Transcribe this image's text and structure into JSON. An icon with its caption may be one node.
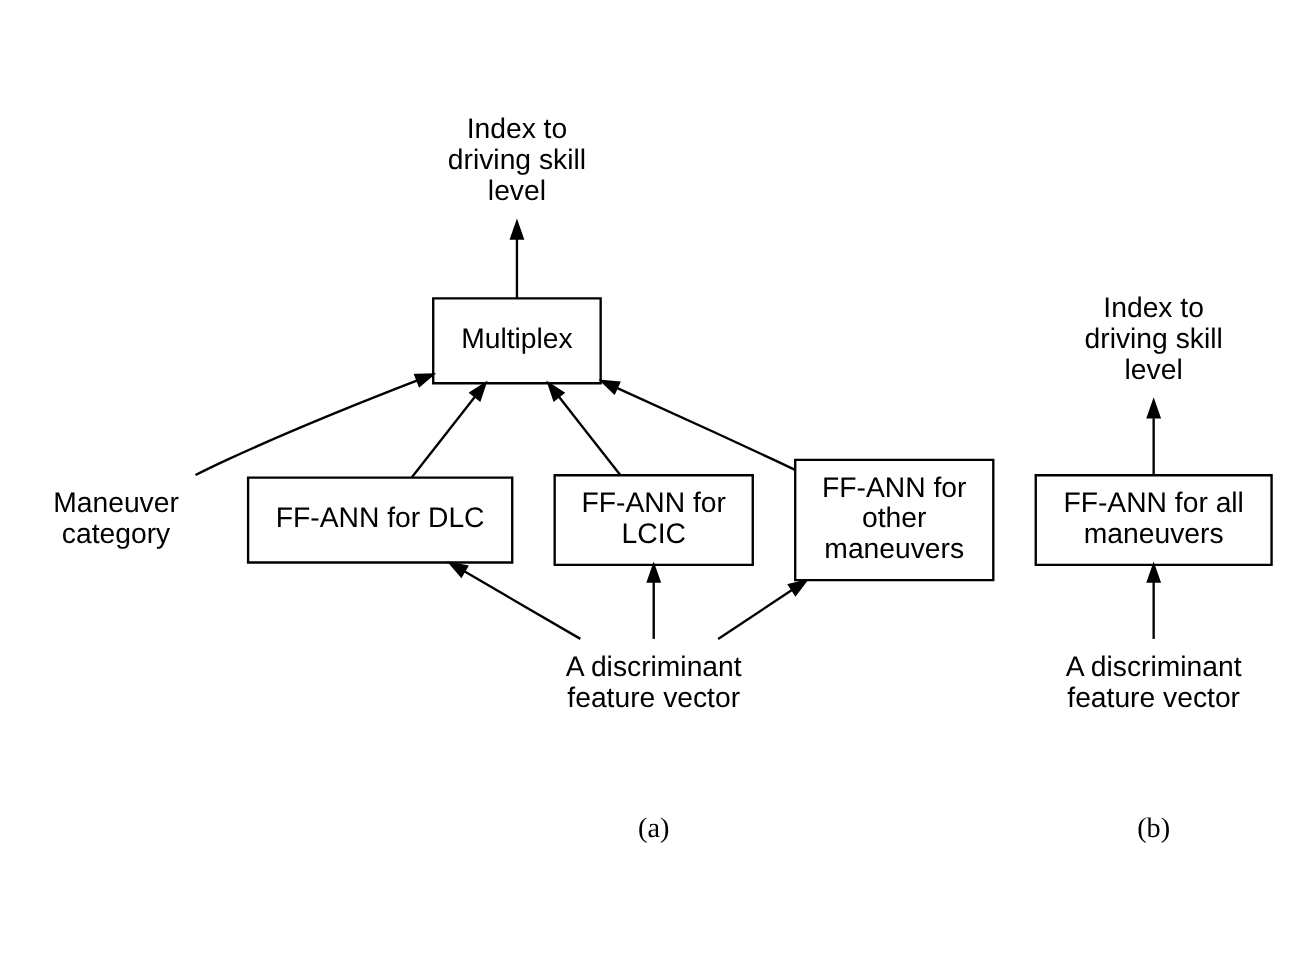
{
  "diagram": {
    "nodes": [
      {
        "text": [
          "Index to driving skill level"
        ]
      },
      {
        "text": [
          "Maneuver category"
        ]
      },
      {
        "text": [
          "Multiplex"
        ]
      },
      {
        "text": [
          "FF-ANN for DLC"
        ]
      },
      {
        "text": [
          "FF-ANN for LCIC"
        ]
      },
      {
        "text": [
          "FF-ANN for other maneuvers"
        ]
      },
      {
        "text": [
          "A discriminant feature vector"
        ]
      },
      {
        "text": [
          "Index to driving skill level"
        ]
      },
      {
        "text": [
          "FF-ANN for all maneuvers"
        ]
      },
      {
        "text": [
          "A discriminant feature vector"
        ]
      }
    ],
    "edges": [
      {
        "from": 2,
        "to": 0,
        "arrow": "to"
      },
      {
        "from": 1,
        "to": 2,
        "arrow": "to"
      },
      {
        "from": 3,
        "to": 2,
        "arrow": "to"
      },
      {
        "from": 4,
        "to": 2,
        "arrow": "to"
      },
      {
        "from": 5,
        "to": 2,
        "arrow": "to"
      },
      {
        "from": 6,
        "to": 3,
        "arrow": "to"
      },
      {
        "from": 6,
        "to": 4,
        "arrow": "to"
      },
      {
        "from": 6,
        "to": 5,
        "arrow": "to"
      },
      {
        "from": 8,
        "to": 7,
        "arrow": "to"
      },
      {
        "from": 9,
        "to": 8,
        "arrow": "to"
      }
    ],
    "labels": [
      "(a)",
      "(b)"
    ]
  }
}
